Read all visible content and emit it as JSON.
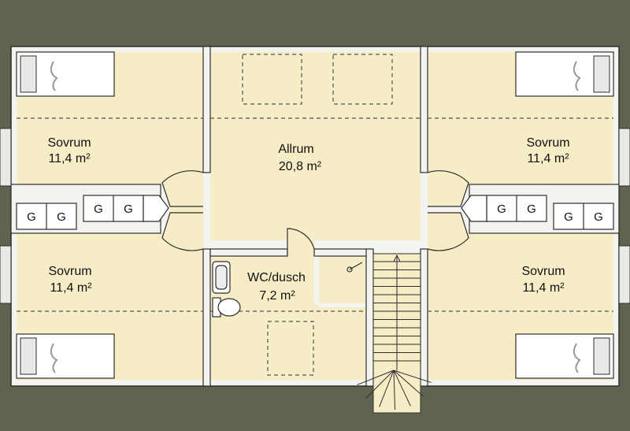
{
  "rooms": [
    {
      "name": "Sovrum",
      "area": "11,4 m²"
    },
    {
      "name": "Allrum",
      "area": "20,8 m²"
    },
    {
      "name": "Sovrum",
      "area": "11,4 m²"
    },
    {
      "name": "Sovrum",
      "area": "11,4 m²"
    },
    {
      "name": "WC/dusch",
      "area": "7,2 m²"
    },
    {
      "name": "Sovrum",
      "area": "11,4 m²"
    }
  ],
  "wardrobe_label": "G",
  "colors": {
    "background": "#5f6450",
    "floor": "#f6ecc6",
    "wall": "#f3f3f0",
    "line": "#2e2e2e"
  }
}
